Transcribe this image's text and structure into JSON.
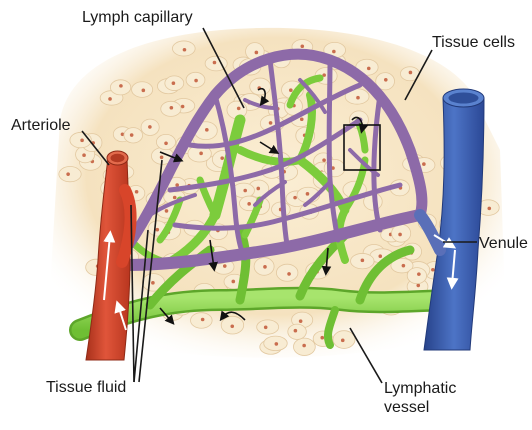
{
  "labels": {
    "lymph_capillary": "Lymph capillary",
    "tissue_cells": "Tissue cells",
    "arteriole": "Arteriole",
    "venule": "Venule",
    "tissue_fluid": "Tissue fluid",
    "lymphatic_vessel_line1": "Lymphatic",
    "lymphatic_vessel_line2": "vessel"
  },
  "colors": {
    "tissue_background": "#f6e6c6",
    "tissue_cell": "#f8ecd3",
    "cell_nucleus": "#c96d4e",
    "arteriole": "#d8452a",
    "arteriole_dark": "#a8311b",
    "venule": "#3f64b3",
    "venule_dark": "#27428a",
    "capillary_network": "#8d6aa8",
    "lymphatic": "#8bd64a",
    "lymphatic_dark": "#5da62a",
    "flow_arrow_white": "#ffffff",
    "flow_arrow_black": "#111111"
  }
}
